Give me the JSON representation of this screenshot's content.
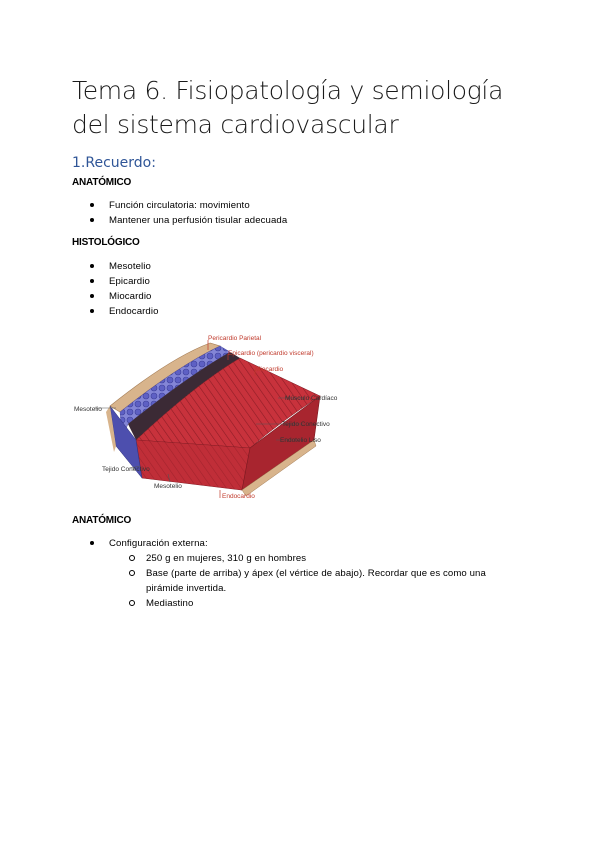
{
  "document": {
    "title": "Tema 6. Fisiopatología y semiología del sistema cardiovascular",
    "section_heading": "1.Recuerdo:",
    "anatomico_1": {
      "heading": "ANATÓMICO",
      "items": [
        "Función circulatoria: movimiento",
        "Mantener una perfusión tisular adecuada"
      ]
    },
    "histologico": {
      "heading": "HISTOLÓGICO",
      "items": [
        "Mesotelio",
        "Epicardio",
        "Miocardio",
        "Endocardio"
      ]
    },
    "figure": {
      "labels": {
        "pericardio_parietal": "Pericardio Parietal",
        "epicardio": "Epicardio (pericardio visceral)",
        "miocardio": "Miocardio",
        "musculo_cardiaco": "Músculo Cardíaco",
        "tejido_conectivo_right": "Tejido Conectivo",
        "endotelio_liso": "Endotelio Liso",
        "mesotelio_left": "Mesotelio",
        "tejido_conectivo_left": "Tejido Conectivo",
        "mesotelio_bottom": "Mesotelio",
        "endocardio": "Endocardio"
      },
      "colors": {
        "muscle": "#c8323c",
        "pericardium": "#c9a27a",
        "mesothelium": "#6d6fc9",
        "red_label": "#c0392b"
      }
    },
    "anatomico_2": {
      "heading": "ANATÓMICO",
      "item": "Configuración externa:",
      "subitems": [
        "250 g en mujeres, 310 g en hombres",
        "Base (parte de arriba) y ápex (el vértice de abajo). Recordar que es como una pirámide invertida.",
        "Mediastino"
      ]
    }
  }
}
